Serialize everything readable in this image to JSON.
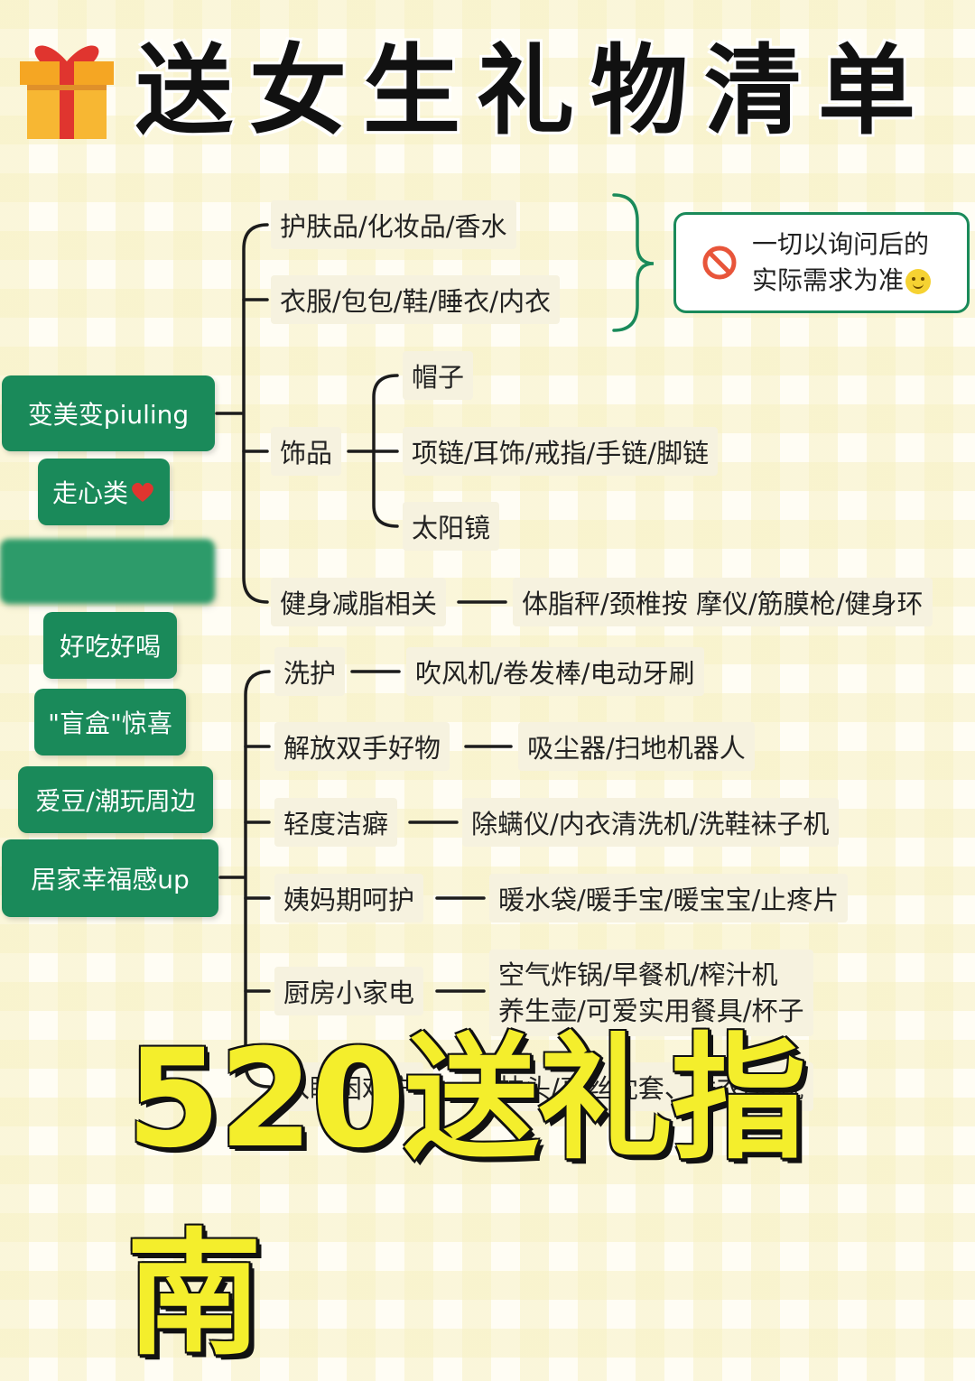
{
  "title": "送女生礼物清单",
  "bottom_title": "520送礼指南",
  "note": {
    "line1": "一切以询问后的",
    "line2": "实际需求为准"
  },
  "categories": [
    {
      "label": "变美变piuling"
    },
    {
      "label": "走心类"
    },
    {
      "label": ""
    },
    {
      "label": "好吃好喝"
    },
    {
      "label": "\"盲盒\"惊喜"
    },
    {
      "label": "爱豆/潮玩周边"
    },
    {
      "label": "居家幸福感up"
    }
  ],
  "beauty_branches": {
    "skincare": "护肤品/化妆品/香水",
    "clothing": "衣服/包包/鞋/睡衣/内衣",
    "accessories": "饰品",
    "acc_items": [
      "帽子",
      "项链/耳饰/戒指/手链/脚链",
      "太阳镜"
    ],
    "fitness": "健身减脂相关",
    "fitness_items": "体脂秤/颈椎按 摩仪/筋膜枪/健身环"
  },
  "home_branches": [
    {
      "label": "洗护",
      "items": "吹风机/卷发棒/电动牙刷"
    },
    {
      "label": "解放双手好物",
      "items": "吸尘器/扫地机器人"
    },
    {
      "label": "轻度洁癖",
      "items": "除螨仪/内衣清洗机/洗鞋袜子机"
    },
    {
      "label": "姨妈期呵护",
      "items": "暖水袋/暖手宝/暖宝宝/止疼片"
    },
    {
      "label": "厨房小家电",
      "items_line1": "空气炸锅/早餐机/榨汁机",
      "items_line2": "养生壶/可爱实用餐具/杯子"
    },
    {
      "label": "入睡困难户",
      "items": "枕头/真丝枕套、睡衣/抱枕"
    }
  ],
  "colors": {
    "accent_green": "#1a8a5a",
    "title_yellow": "#f4ee2c",
    "heart": "#e0352f"
  }
}
